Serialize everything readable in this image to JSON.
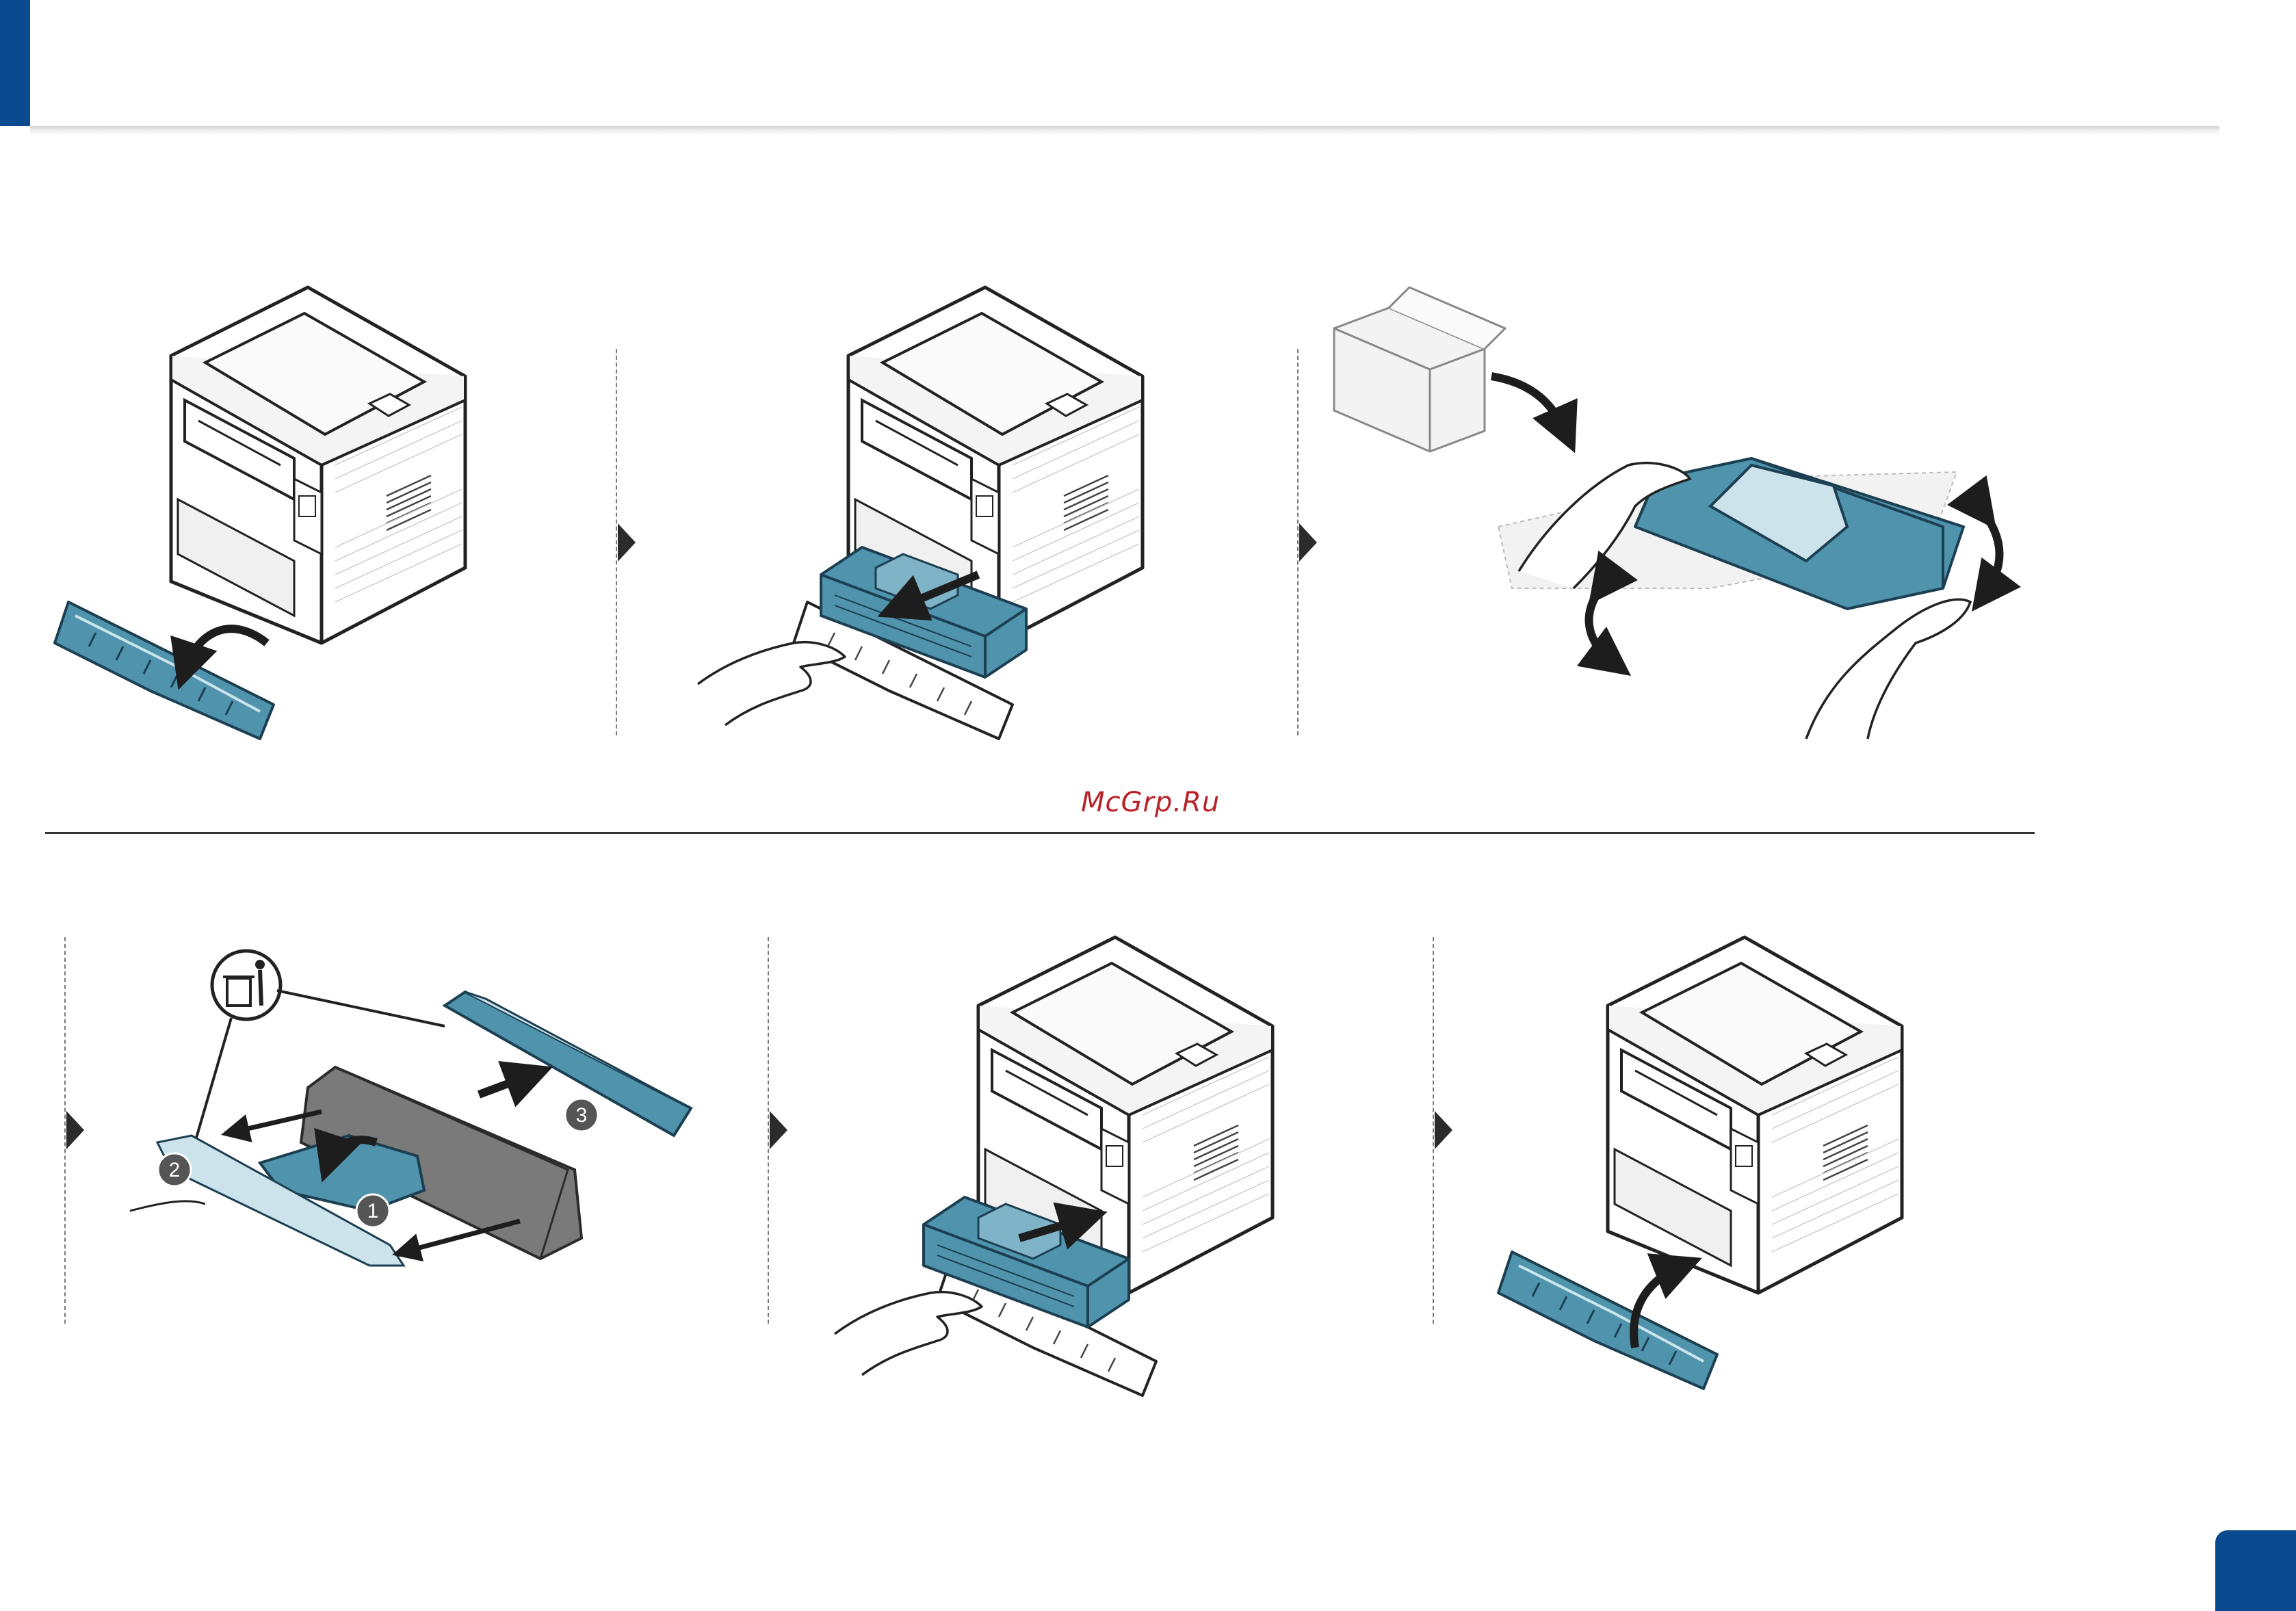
{
  "watermark": "McGrp.Ru",
  "page_number": "",
  "colors": {
    "accent": "#0a4b8f",
    "part_blue": "#4f93ad",
    "part_blue_light": "#cde3ec"
  },
  "callouts": [
    "1",
    "2",
    "3"
  ],
  "icons": [
    "recycle-bin-icon",
    "curved-arrow-icon",
    "straight-arrow-icon"
  ]
}
